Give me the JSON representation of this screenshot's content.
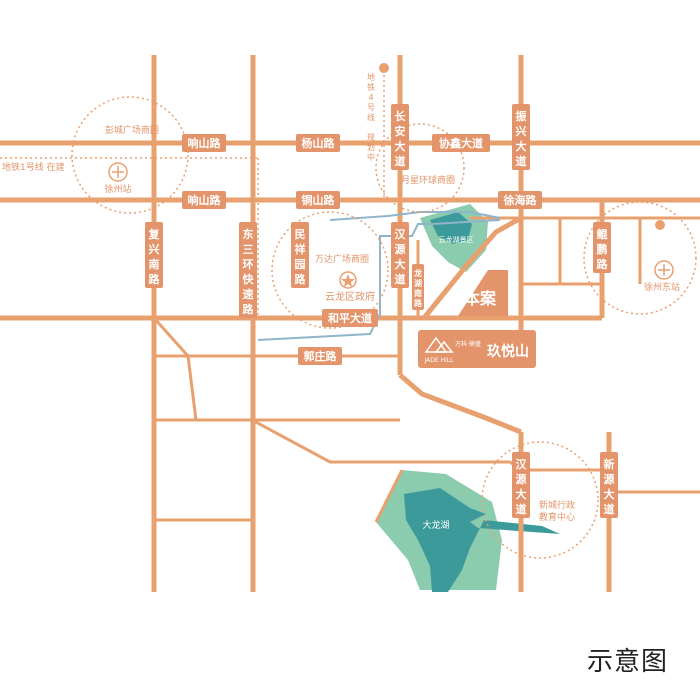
{
  "map": {
    "caption": "示意图",
    "colors": {
      "road": "#E9A06F",
      "label_fill": "#E3946A",
      "label_text": "#ffffff",
      "circle": "#E9A06F",
      "lake_outer": "#8BCBAE",
      "lake_inner": "#3C9B9A",
      "metro_line": "#8FB5CC",
      "annotation": "#E3946A"
    },
    "roads": {
      "xiangshan_1": "响山路",
      "yangshan": "杨山路",
      "xiexin": "协鑫大道",
      "xiangshan_2": "响山路",
      "tongshan": "铜山路",
      "xuhai": "徐海路",
      "heping": "和平大道",
      "guozhuang": "郭庄路",
      "fuxing_south": "复兴南路",
      "east_third_ring": "东三环快速路",
      "minxiang": "民祥园路",
      "hanyuan_1": "汉源大道",
      "longhu": "龙湖南路",
      "changan": "长安大道",
      "zhenxing": "振兴大道",
      "kunpeng": "鲲鹏路",
      "hanyuan_2": "汉源大道",
      "xinyuan": "新源大道"
    },
    "labels": {
      "pengcheng_plaza": "彭城广场商圈",
      "metro_line1": "地铁1号线 在建",
      "xuzhou_station": "徐州站",
      "metro_line4": "地铁4号线 规划中",
      "yuexing_circle": "月星环球商圈",
      "wanda_plaza": "万达广场商圈",
      "yunlong_gov": "云龙区政府",
      "yunlong_lake_park": "云龙湖景区",
      "xuzhou_east_station": "徐州东站",
      "project": "本案",
      "dalong_lake": "大龙湖",
      "new_city_center": "新城行政教育中心"
    },
    "brand": {
      "logo_text": "JADE HILL",
      "developer": "万科·鼎盛",
      "name": "玖悦山"
    }
  }
}
